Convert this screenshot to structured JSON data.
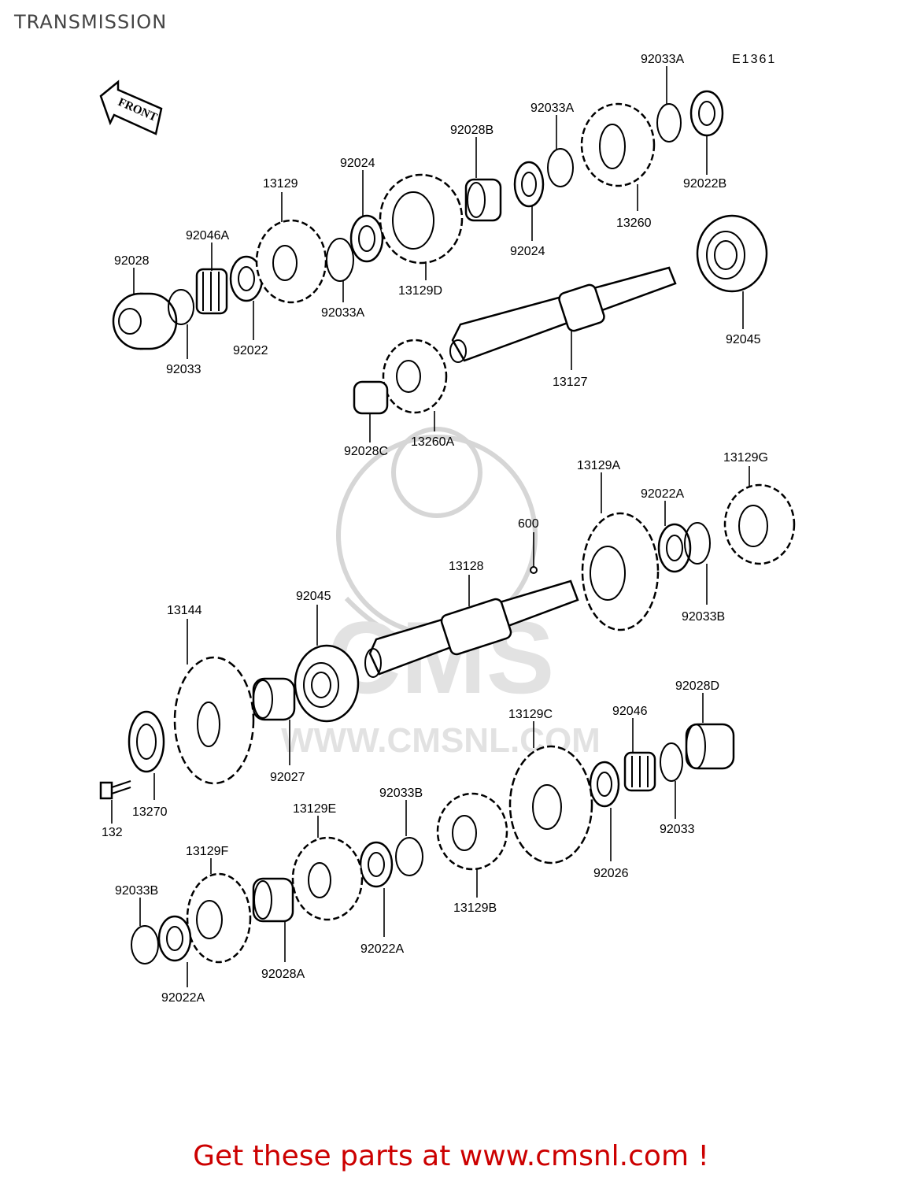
{
  "page": {
    "title": "TRANSMISSION",
    "footer": "Get these parts at www.cmsnl.com !"
  },
  "diagram": {
    "code": "E1361",
    "front_label": "FRONT",
    "watermark": {
      "brand": "CMS",
      "url": "WWW.CMSNL.COM"
    },
    "part_labels": [
      "92033A",
      "92033A",
      "92028B",
      "92024",
      "13129",
      "92046A",
      "92028",
      "92022B",
      "13260",
      "92024",
      "13129D",
      "92033A",
      "92022",
      "92033",
      "92045",
      "13127",
      "92028C",
      "13260A",
      "13129A",
      "13129G",
      "92022A",
      "600",
      "13128",
      "92033B",
      "13144",
      "92045",
      "92027",
      "92028D",
      "92046",
      "13129C",
      "13270",
      "132",
      "92033B",
      "13129E",
      "92033",
      "13129F",
      "92026",
      "13129B",
      "92033B",
      "92022A",
      "92028A",
      "92022A"
    ]
  },
  "colors": {
    "footer": "#cc0000",
    "title": "#444444",
    "watermark": "#d6d6d6",
    "lines": "#000000"
  }
}
